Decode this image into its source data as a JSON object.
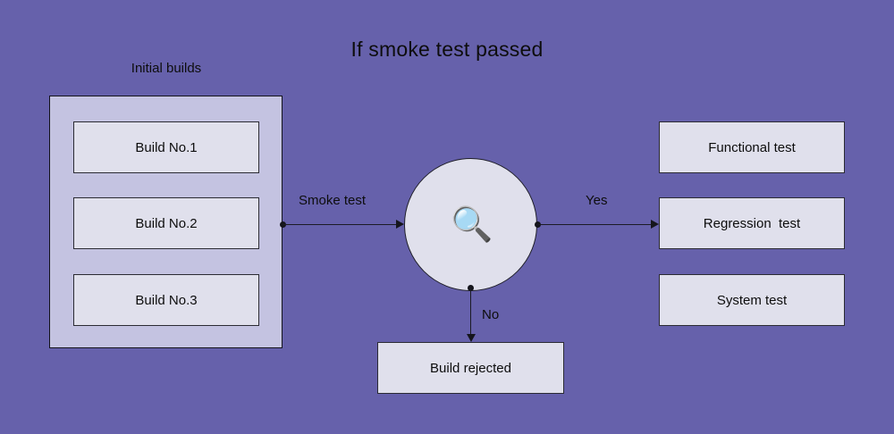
{
  "diagram": {
    "title": "If smoke test passed",
    "background_color": "#6661ab",
    "panel_color": "#c4c3e1",
    "node_color": "#e0e0ec",
    "border_color": "#2b2b33",
    "group": {
      "label": "Initial builds",
      "items": [
        {
          "label": "Build No.1"
        },
        {
          "label": "Build No.2"
        },
        {
          "label": "Build No.3"
        }
      ]
    },
    "decision": {
      "icon": "magnifying-glass-icon",
      "glyph": "🔍"
    },
    "edges": {
      "smoke": "Smoke test",
      "yes": "Yes",
      "no": "No"
    },
    "outcomes": [
      {
        "label": "Functional test"
      },
      {
        "label": "Regression  test"
      },
      {
        "label": "System test"
      }
    ],
    "rejected": {
      "label": "Build rejected"
    }
  }
}
